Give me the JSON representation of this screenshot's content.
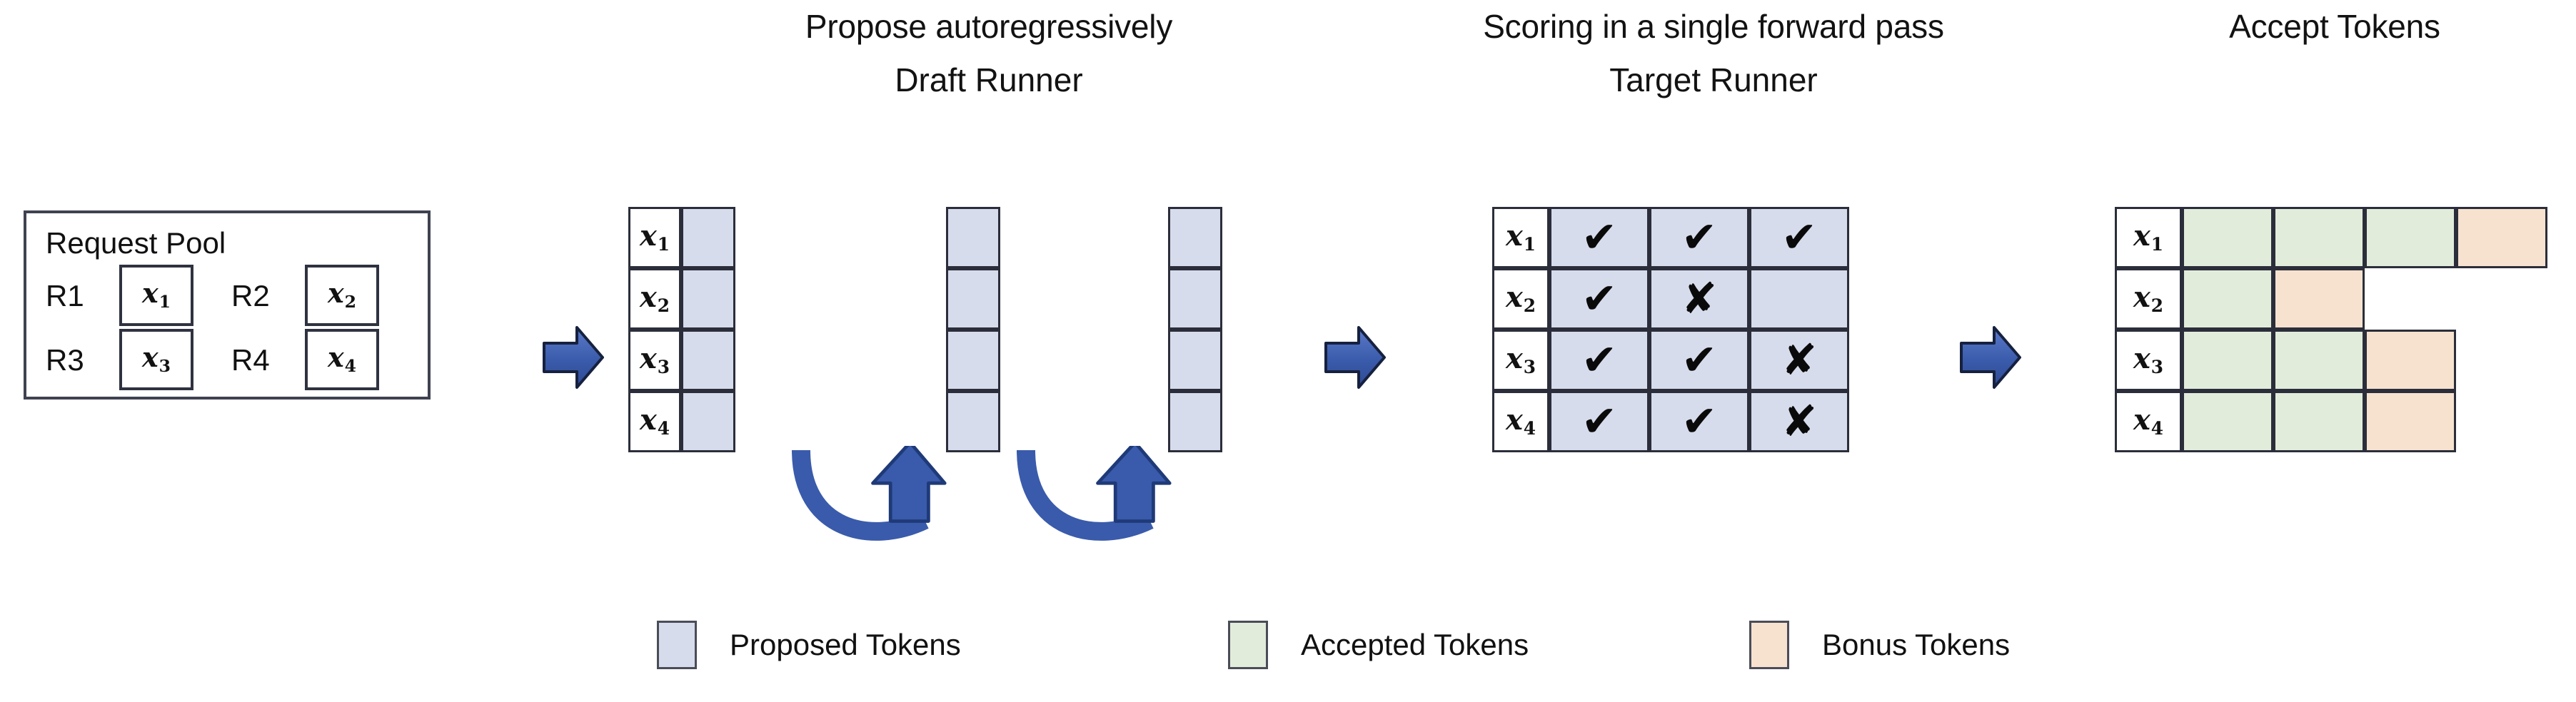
{
  "figure": {
    "background": "#ffffff"
  },
  "stages": {
    "draft": {
      "caption": "Propose autoregressively",
      "title": "Draft Runner"
    },
    "target": {
      "caption": "Scoring in a single forward pass",
      "title": "Target Runner"
    },
    "accept": {
      "caption": "Accept Tokens"
    }
  },
  "request_pool": {
    "title": "Request Pool",
    "requests": [
      {
        "label": "R1",
        "token": "x",
        "sub": "1"
      },
      {
        "label": "R2",
        "token": "x",
        "sub": "2"
      },
      {
        "label": "R3",
        "token": "x",
        "sub": "3"
      },
      {
        "label": "R4",
        "token": "x",
        "sub": "4"
      }
    ]
  },
  "row_labels": [
    {
      "token": "x",
      "sub": "1"
    },
    {
      "token": "x",
      "sub": "2"
    },
    {
      "token": "x",
      "sub": "3"
    },
    {
      "token": "x",
      "sub": "4"
    }
  ],
  "draft_runner": {
    "step_count": 3,
    "rows": 4,
    "cells_per_step": [
      "proposed",
      "proposed",
      "proposed"
    ],
    "loop_arrow_count": 2,
    "loop_arrow_label": "autoregressive-loop"
  },
  "target_runner": {
    "columns": 3,
    "rows": [
      {
        "label_sub": "1",
        "marks": [
          "check",
          "check",
          "check"
        ]
      },
      {
        "label_sub": "2",
        "marks": [
          "check",
          "cross",
          "none"
        ]
      },
      {
        "label_sub": "3",
        "marks": [
          "check",
          "check",
          "cross"
        ]
      },
      {
        "label_sub": "4",
        "marks": [
          "check",
          "check",
          "cross"
        ]
      }
    ],
    "glyphs": {
      "check": "✔",
      "cross": "✘",
      "none": ""
    }
  },
  "accept_tokens": {
    "rows": [
      {
        "label_sub": "1",
        "cells": [
          "accepted",
          "accepted",
          "accepted",
          "bonus"
        ]
      },
      {
        "label_sub": "2",
        "cells": [
          "accepted",
          "bonus"
        ]
      },
      {
        "label_sub": "3",
        "cells": [
          "accepted",
          "accepted",
          "bonus"
        ]
      },
      {
        "label_sub": "4",
        "cells": [
          "accepted",
          "accepted",
          "bonus"
        ]
      }
    ]
  },
  "legend": {
    "items": [
      {
        "label": "Proposed Tokens",
        "color": "#d6dcec"
      },
      {
        "label": "Accepted Tokens",
        "color": "#e2ecdb"
      },
      {
        "label": "Bonus Tokens",
        "color": "#f7e2cf"
      }
    ]
  },
  "colors": {
    "proposed": "#d6dcec",
    "accepted": "#e2ecdb",
    "bonus": "#f7e2cf",
    "arrow_blue": "#3a5bab",
    "arrow_blue_light": "#5676c6",
    "outline": "#2b2e3a"
  }
}
